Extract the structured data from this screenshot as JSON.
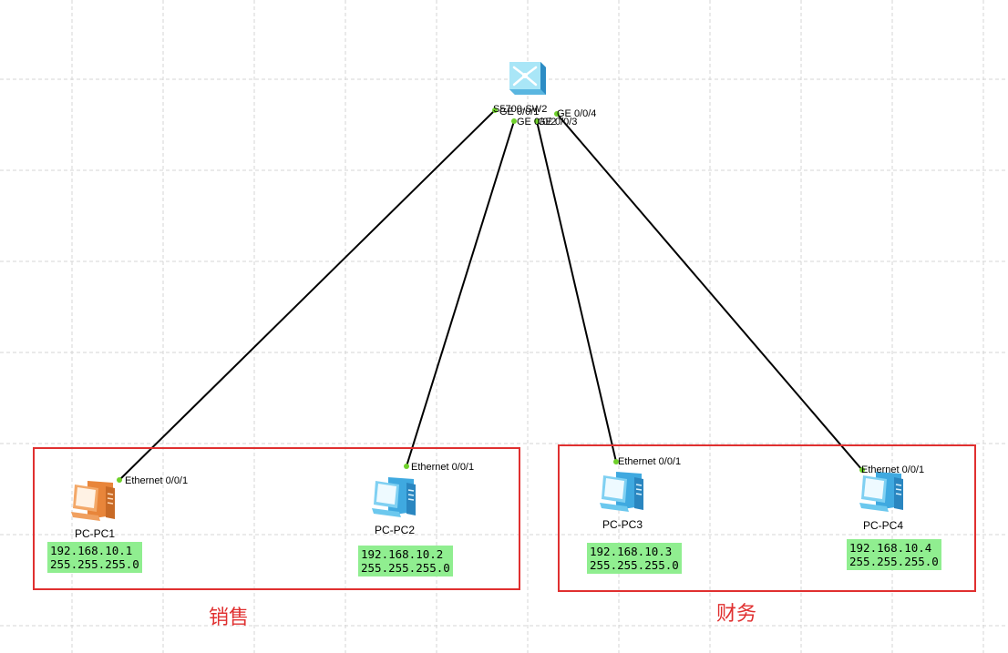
{
  "switch": {
    "label": "S5700-SW2",
    "icon": "switch-icon",
    "color": "#7fd6f0"
  },
  "pcs": [
    {
      "name": "PC-PC1",
      "ip": "192.168.10.1",
      "mask": "255.255.255.0",
      "port": "Ethernet 0/0/1",
      "switch_port": "GE 0/0/1",
      "icon": "pc-icon",
      "color": "#f0a060"
    },
    {
      "name": "PC-PC2",
      "ip": "192.168.10.2",
      "mask": "255.255.255.0",
      "port": "Ethernet 0/0/1",
      "switch_port": "GE 0/0/2",
      "icon": "pc-icon",
      "color": "#6cc8ee"
    },
    {
      "name": "PC-PC3",
      "ip": "192.168.10.3",
      "mask": "255.255.255.0",
      "port": "Ethernet 0/0/1",
      "switch_port": "GE 0/0/3",
      "icon": "pc-icon",
      "color": "#6cc8ee"
    },
    {
      "name": "PC-PC4",
      "ip": "192.168.10.4",
      "mask": "255.255.255.0",
      "port": "Ethernet 0/0/1",
      "switch_port": "GE 0/0/4",
      "icon": "pc-icon",
      "color": "#6cc8ee"
    }
  ],
  "groups": [
    {
      "label": "销售",
      "color": "#e03030"
    },
    {
      "label": "财务",
      "color": "#e03030"
    }
  ]
}
